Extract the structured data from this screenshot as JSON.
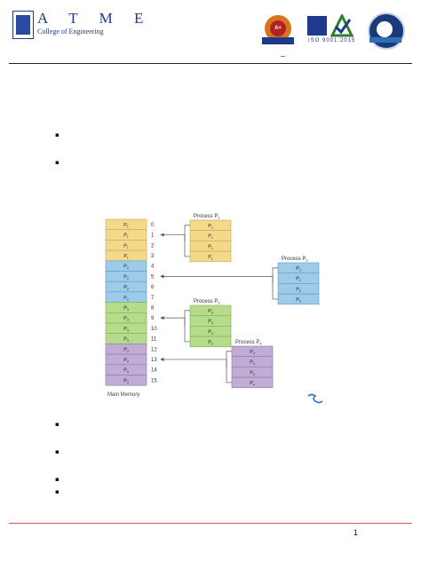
{
  "header": {
    "brand": "A T M E",
    "college": "College of Engineering",
    "naac_badge": "A+",
    "naac_label": "NAAC",
    "iso_label": "ISO 9001:2015",
    "dash": "–"
  },
  "footer": {
    "page_number": "1"
  },
  "bullet_glyph": "▪",
  "diagram": {
    "main_memory_label": "Main Memory",
    "frame_numbers": [
      "0",
      "1",
      "2",
      "3",
      "4",
      "5",
      "6",
      "7",
      "8",
      "9",
      "10",
      "11",
      "12",
      "13",
      "14",
      "15"
    ],
    "groups": [
      {
        "color": "#f5d98a",
        "stroke": "#c9a64a",
        "pages": [
          "P1",
          "P1",
          "P1",
          "P1"
        ],
        "process_label": "Process P1",
        "process_pages": [
          "P1",
          "P1",
          "P1",
          "P1"
        ]
      },
      {
        "color": "#9ecbea",
        "stroke": "#5f9ac7",
        "pages": [
          "P2",
          "P2",
          "P2",
          "P2"
        ],
        "process_label": "Process P2",
        "process_pages": [
          "P2",
          "P2",
          "P2",
          "P2"
        ]
      },
      {
        "color": "#b5dc8a",
        "stroke": "#7fae4f",
        "pages": [
          "P3",
          "P3",
          "P3",
          "P3"
        ],
        "process_label": "Process P3",
        "process_pages": [
          "P3",
          "P3",
          "P3",
          "P3"
        ]
      },
      {
        "color": "#c1acd6",
        "stroke": "#8f74ad",
        "pages": [
          "P4",
          "P4",
          "P4",
          "P4"
        ],
        "process_label": "Process P4",
        "process_pages": [
          "P4",
          "P4",
          "P4",
          "P4"
        ]
      }
    ],
    "watermark_icon": "scribd-icon"
  }
}
